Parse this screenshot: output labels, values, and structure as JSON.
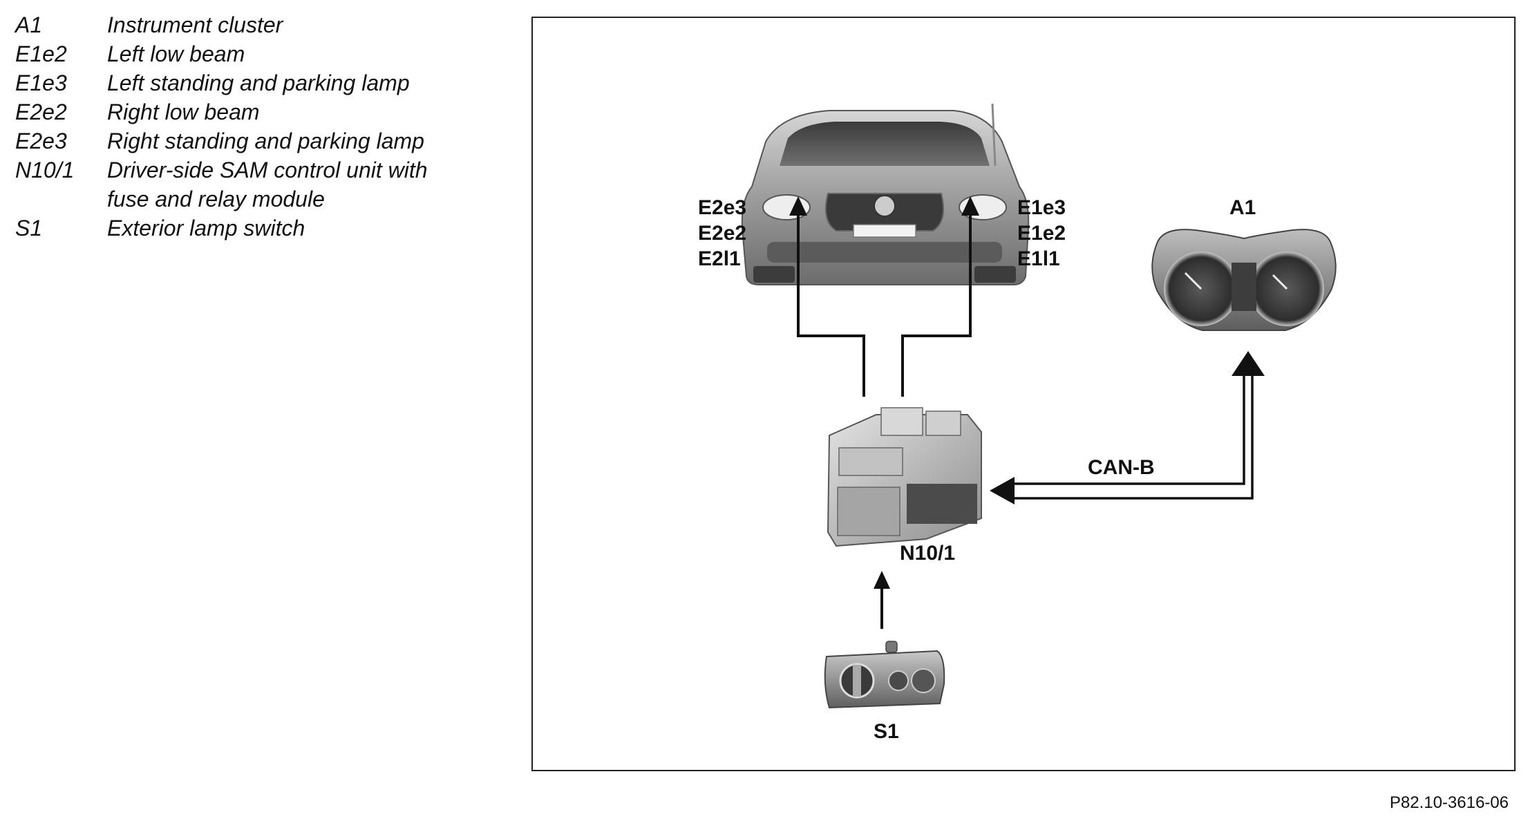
{
  "legend": [
    {
      "code": "A1",
      "desc": "Instrument cluster"
    },
    {
      "code": "E1e2",
      "desc": "Left low beam"
    },
    {
      "code": "E1e3",
      "desc": "Left standing and parking lamp"
    },
    {
      "code": "E2e2",
      "desc": "Right low beam"
    },
    {
      "code": "E2e3",
      "desc": "Right standing and parking lamp"
    },
    {
      "code": "N10/1",
      "desc": "Driver-side SAM control unit with",
      "desc2": "fuse and relay module"
    },
    {
      "code": "S1",
      "desc": "Exterior lamp switch"
    }
  ],
  "diagram": {
    "car_right_labels": [
      "E2e3",
      "E2e2",
      "E2l1"
    ],
    "car_left_labels": [
      "E1e3",
      "E1e2",
      "E1l1"
    ],
    "cluster_label": "A1",
    "bus_label": "CAN-B",
    "sam_label": "N10/1",
    "switch_label": "S1"
  },
  "figure_number": "P82.10-3616-06"
}
